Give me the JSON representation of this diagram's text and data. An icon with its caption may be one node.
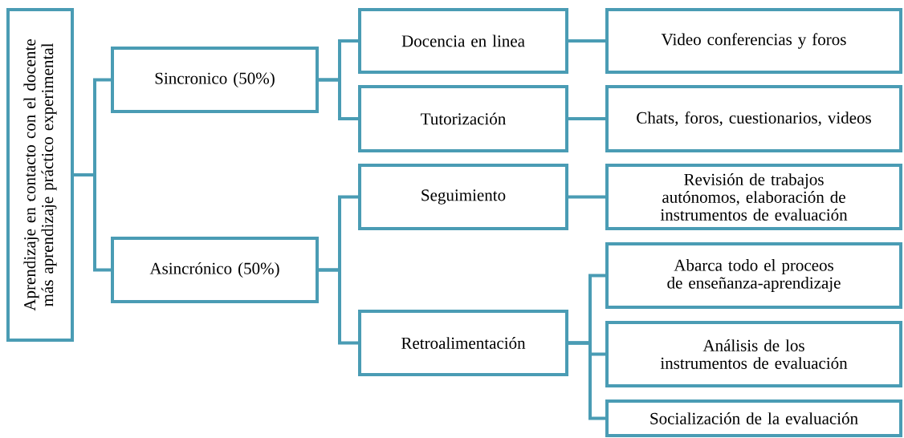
{
  "diagram": {
    "nodes": [
      {
        "text": [
          "Aprendizaje en contacto con el docente más aprendizaje práctico experimental"
        ]
      },
      {
        "text": [
          "Sincronico (50%)"
        ]
      },
      {
        "text": [
          "Asincrónico (50%)"
        ]
      },
      {
        "text": [
          "Docencia en linea"
        ]
      },
      {
        "text": [
          "Tutorización"
        ]
      },
      {
        "text": [
          "Seguimiento"
        ]
      },
      {
        "text": [
          "Retroalimentación"
        ]
      },
      {
        "text": [
          "Video conferencias y foros"
        ]
      },
      {
        "text": [
          "Chats, foros, cuestionarios, videos"
        ]
      },
      {
        "text": [
          "Revisión de trabajos autónomos, elaboración de instrumentos de evaluación"
        ]
      },
      {
        "text": [
          "Abarca todo el proceos de enseñanza-aprendizaje"
        ]
      },
      {
        "text": [
          "Análisis de los instrumentos de evaluación"
        ]
      },
      {
        "text": [
          "Socialización de la evaluación"
        ]
      }
    ],
    "edges": [
      {
        "from": 0,
        "to": 1,
        "arrow": "none"
      },
      {
        "from": 0,
        "to": 2,
        "arrow": "none"
      },
      {
        "from": 1,
        "to": 3,
        "arrow": "none"
      },
      {
        "from": 1,
        "to": 4,
        "arrow": "none"
      },
      {
        "from": 2,
        "to": 5,
        "arrow": "none"
      },
      {
        "from": 2,
        "to": 6,
        "arrow": "none"
      },
      {
        "from": 3,
        "to": 7,
        "arrow": "none"
      },
      {
        "from": 4,
        "to": 8,
        "arrow": "none"
      },
      {
        "from": 5,
        "to": 9,
        "arrow": "none"
      },
      {
        "from": 6,
        "to": 10,
        "arrow": "none"
      },
      {
        "from": 6,
        "to": 11,
        "arrow": "none"
      },
      {
        "from": 6,
        "to": 12,
        "arrow": "none"
      }
    ]
  }
}
